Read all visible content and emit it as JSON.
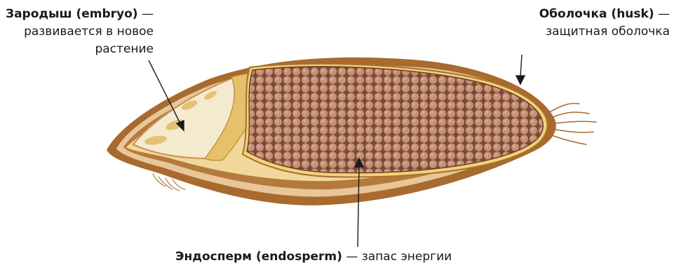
{
  "labels": {
    "embryo": {
      "title": "Зародыш (embryo)",
      "dash": " —",
      "line2": "развивается в новое",
      "line3": "растение"
    },
    "husk": {
      "title": "Оболочка (husk)",
      "dash": " —",
      "line2": "защитная оболочка"
    },
    "endosperm": {
      "title": "Эндосперм (endosperm)",
      "rest": " — запас энергии"
    }
  },
  "colors": {
    "husk_outer": "#a86a2e",
    "husk_light": "#e8c69a",
    "embryo": "#f2e6c4",
    "embryo_spot": "#e0b860",
    "endosperm_cells": "#c28a70",
    "endosperm_bg": "#7a4a36",
    "aleurone": "#f0d080",
    "leader": "#1a1a1a"
  }
}
